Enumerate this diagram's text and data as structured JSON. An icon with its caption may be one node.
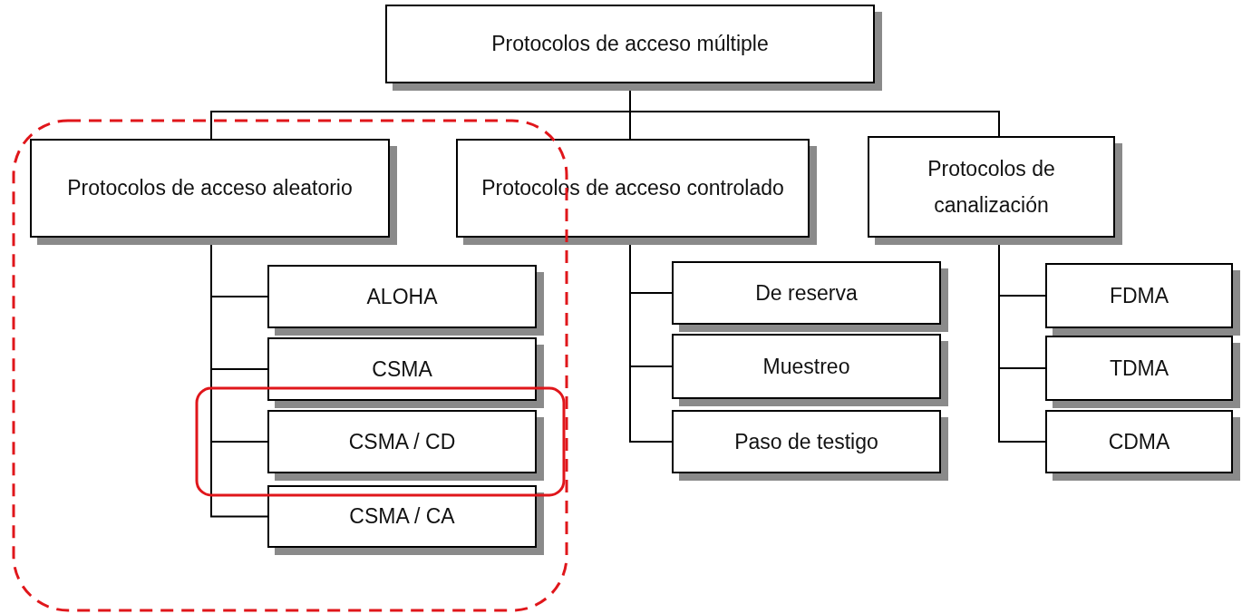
{
  "diagram": {
    "nodes": [
      {
        "text": [
          "Protocolos de acceso múltiple"
        ]
      },
      {
        "text": [
          "Protocolos de acceso aleatorio"
        ]
      },
      {
        "text": [
          "Protocolos de acceso controlado"
        ]
      },
      {
        "text": [
          "Protocolos de canalización"
        ]
      },
      {
        "text": [
          "ALOHA"
        ]
      },
      {
        "text": [
          "CSMA"
        ]
      },
      {
        "text": [
          "CSMA / CD"
        ]
      },
      {
        "text": [
          "CSMA / CA"
        ]
      },
      {
        "text": [
          "De reserva"
        ]
      },
      {
        "text": [
          "Muestreo"
        ]
      },
      {
        "text": [
          "Paso de testigo"
        ]
      },
      {
        "text": [
          "FDMA"
        ]
      },
      {
        "text": [
          "TDMA"
        ]
      },
      {
        "text": [
          "CDMA"
        ]
      }
    ],
    "edges": [
      {
        "from": 0,
        "to": 1,
        "arrow": "none"
      },
      {
        "from": 0,
        "to": 2,
        "arrow": "none"
      },
      {
        "from": 0,
        "to": 3,
        "arrow": "none"
      },
      {
        "from": 1,
        "to": 4,
        "arrow": "none"
      },
      {
        "from": 1,
        "to": 5,
        "arrow": "none"
      },
      {
        "from": 1,
        "to": 6,
        "arrow": "none"
      },
      {
        "from": 1,
        "to": 7,
        "arrow": "none"
      },
      {
        "from": 2,
        "to": 8,
        "arrow": "none"
      },
      {
        "from": 2,
        "to": 9,
        "arrow": "none"
      },
      {
        "from": 2,
        "to": 10,
        "arrow": "none"
      },
      {
        "from": 3,
        "to": 11,
        "arrow": "none"
      },
      {
        "from": 3,
        "to": 12,
        "arrow": "none"
      },
      {
        "from": 3,
        "to": 13,
        "arrow": "none"
      }
    ]
  }
}
